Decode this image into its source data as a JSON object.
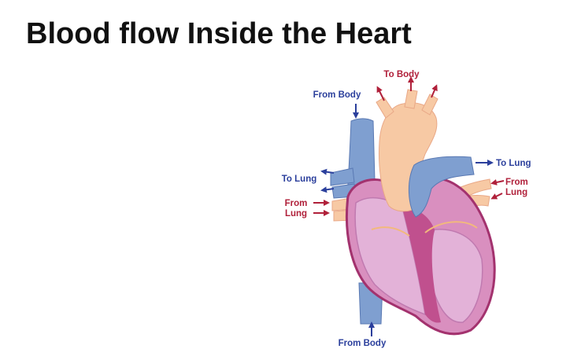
{
  "page": {
    "title": "Blood flow Inside the Heart"
  },
  "diagram": {
    "labels": {
      "top_to_body": "To Body",
      "from_body_top": "From Body",
      "to_lung_left": "To Lung",
      "from_lung_left_1": "From",
      "from_lung_left_2": "Lung",
      "to_lung_right": "To Lung",
      "from_lung_right_1": "From",
      "from_lung_right_2": "Lung",
      "from_body_bottom": "From Body"
    },
    "colors": {
      "oxygenated_label": "#b0203a",
      "deoxygenated_label": "#2b3f9c",
      "aorta": "#f7c9a4",
      "vena_cava": "#7f9fd0",
      "heart_outline": "#a3326e",
      "heart_fill": "#d98fbf",
      "heart_light": "#ead0ea"
    }
  }
}
